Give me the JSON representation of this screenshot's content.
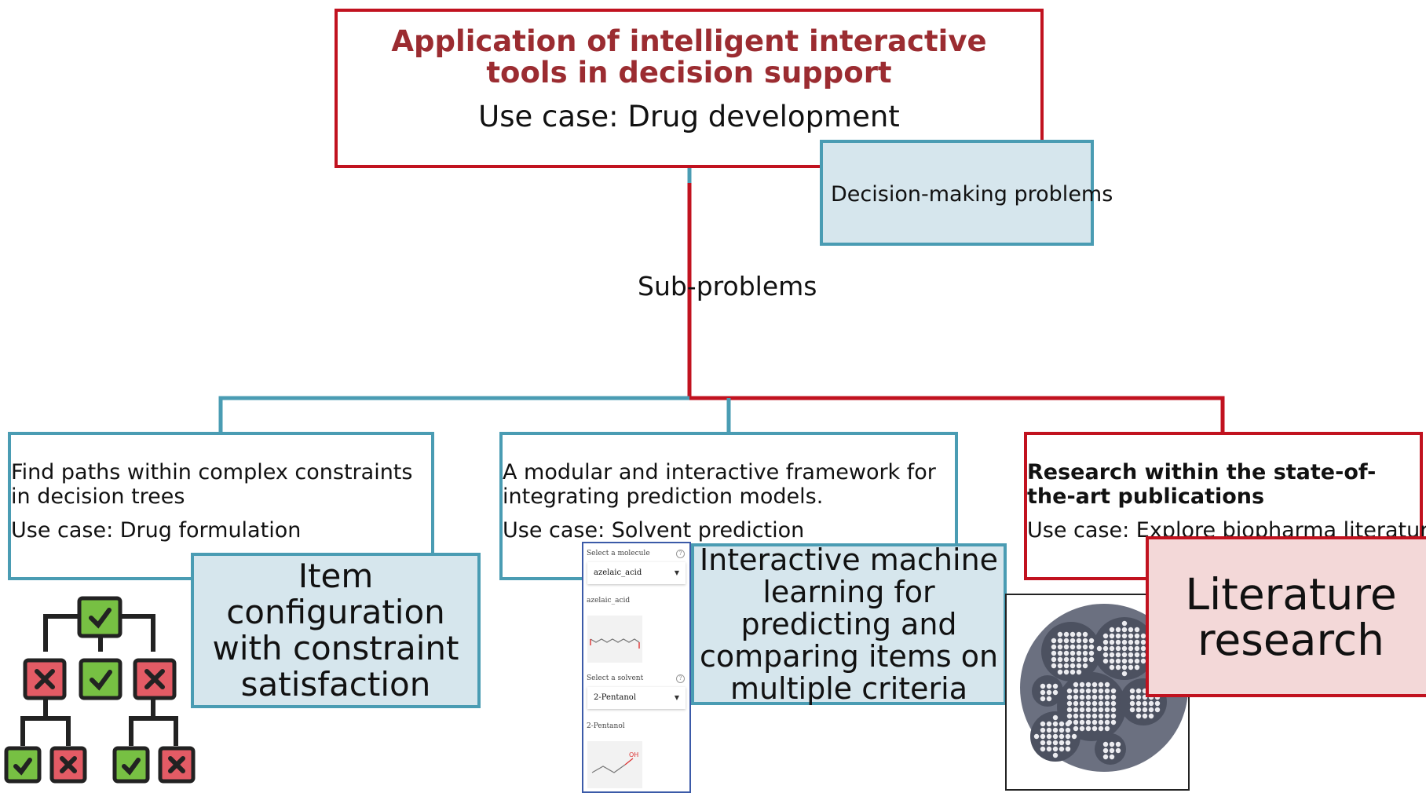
{
  "main": {
    "title": "Application of intelligent interactive tools in decision support",
    "use_case": "Use case: Drug development"
  },
  "decision_tag": "Decision-making problems",
  "sub_problems_label": "Sub-problems",
  "subproblems": [
    {
      "description": "Find paths within complex constraints in decision trees",
      "use_case": "Use case: Drug formulation",
      "tag": "Item configuration with constraint satisfaction",
      "color": "#4a9cb3"
    },
    {
      "description": "A modular and interactive framework for integrating prediction models.",
      "use_case": "Use case: Solvent prediction",
      "tag": "Interactive machine learning for predicting and comparing items on multiple criteria",
      "color": "#4a9cb3"
    },
    {
      "description": "Research within the state-of-the-art publications",
      "use_case": "Use case: Explore biopharma literature",
      "tag": "Literature research",
      "color": "#c1121f"
    }
  ],
  "solvent_panel": {
    "select_molecule_label": "Select a molecule",
    "molecule_value": "azelaic_acid",
    "molecule_name": "azelaic_acid",
    "select_solvent_label": "Select a solvent",
    "solvent_value": "2-Pentanol",
    "solvent_name": "2-Pentanol",
    "help_symbol": "?",
    "oh_label": "OH"
  },
  "icons": {
    "decision_tree": "decision-tree-icon",
    "bubble_chart": "bubble-chart-thumbnail"
  },
  "colors": {
    "red": "#c1121f",
    "title_red": "#9b2c31",
    "blue": "#4a9cb3",
    "blue_fill": "#d6e6ed",
    "red_fill": "#f3d8d8",
    "tree_green": "#77c043",
    "tree_red": "#e35b65"
  }
}
